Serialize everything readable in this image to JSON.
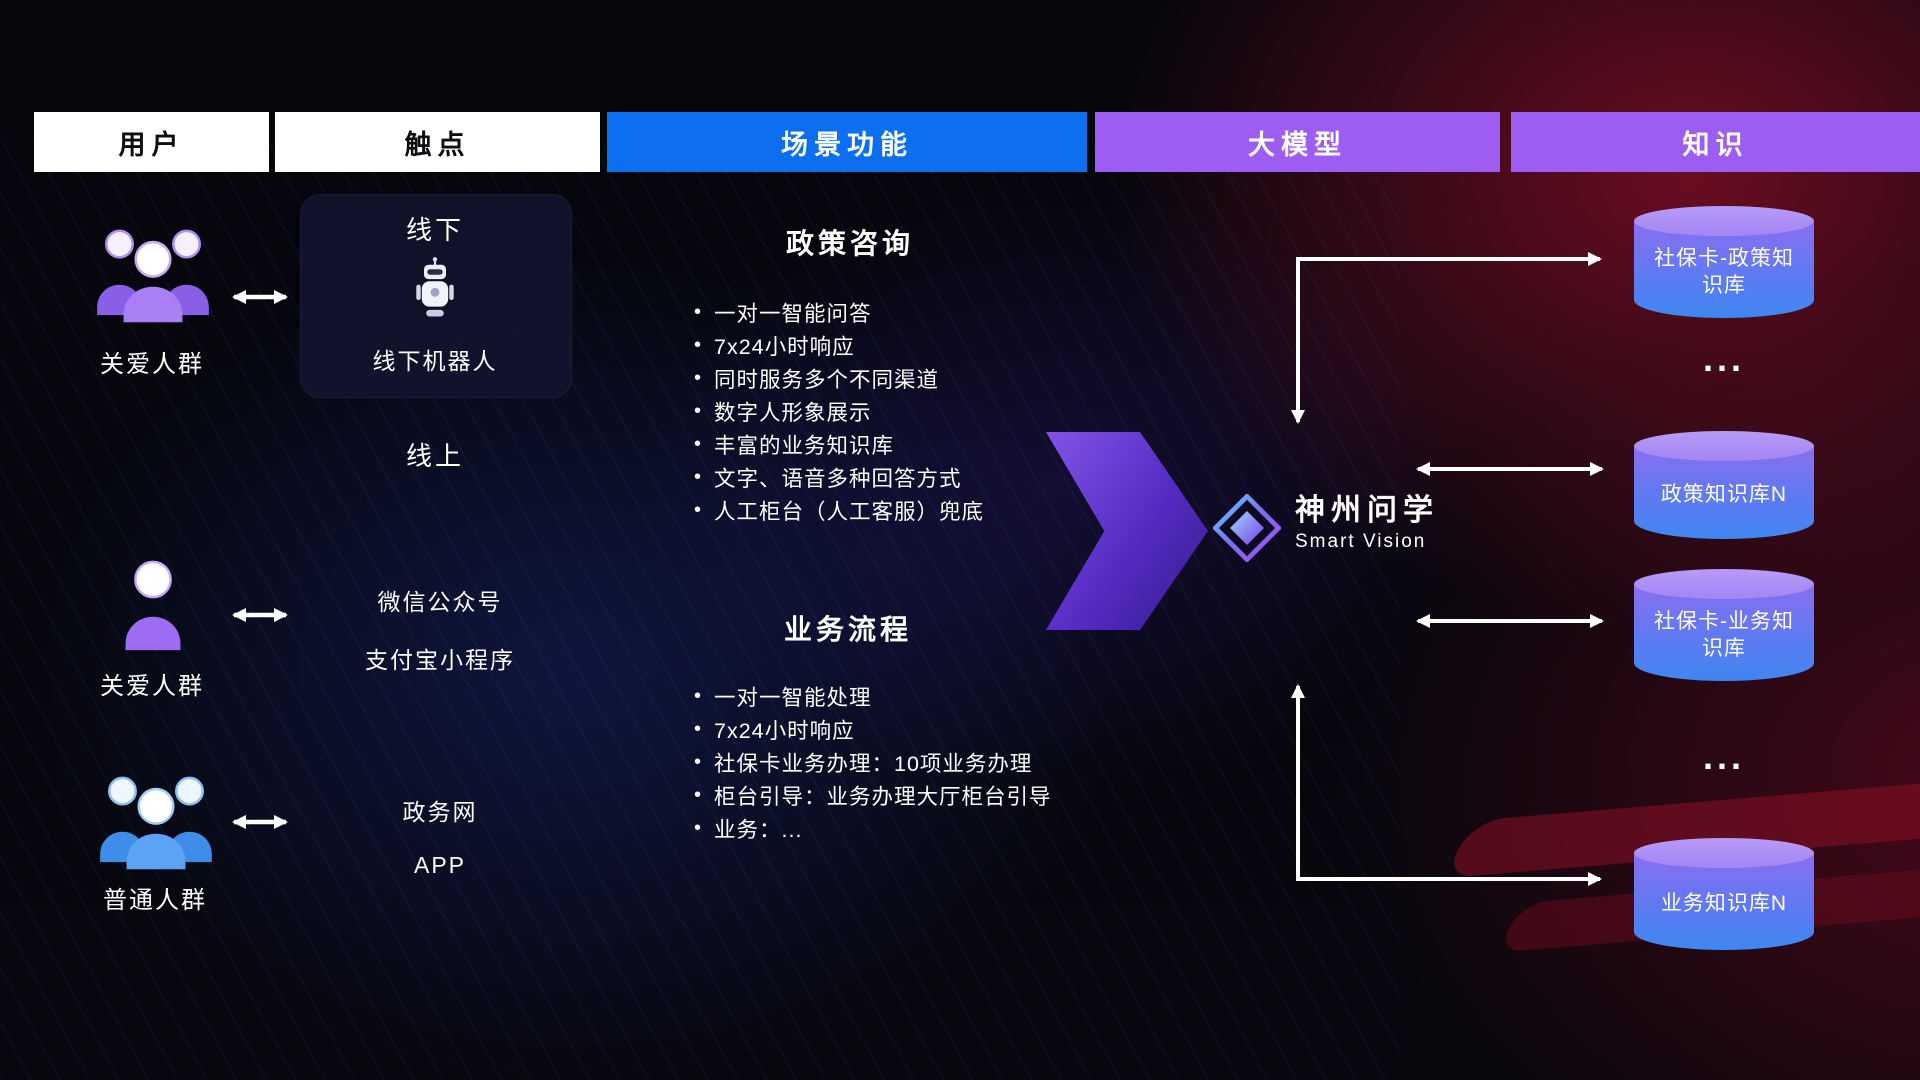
{
  "header": {
    "columns": [
      {
        "label": "用户"
      },
      {
        "label": "触点"
      },
      {
        "label": "场景功能"
      },
      {
        "label": "大模型"
      },
      {
        "label": "知识"
      }
    ]
  },
  "users": [
    {
      "label": "关爱人群"
    },
    {
      "label": "关爱人群"
    },
    {
      "label": "普通人群"
    }
  ],
  "touchpoints": {
    "offline_title": "线下",
    "robot_label": "线下机器人",
    "online_title": "线上",
    "channels": [
      "微信公众号",
      "支付宝小程序",
      "政务网",
      "APP"
    ]
  },
  "scenarios": [
    {
      "title": "政策咨询",
      "items": [
        "一对一智能问答",
        "7x24小时响应",
        "同时服务多个不同渠道",
        "数字人形象展示",
        "丰富的业务知识库",
        "文字、语音多种回答方式",
        "人工柜台（人工客服）兜底"
      ]
    },
    {
      "title": "业务流程",
      "items": [
        "一对一智能处理",
        "7x24小时响应",
        "社保卡业务办理：10项业务办理",
        "柜台引导：业务办理大厅柜台引导",
        "业务：..."
      ]
    }
  ],
  "model": {
    "name": "神州问学",
    "subtitle": "Smart Vision"
  },
  "knowledge": [
    {
      "label": "社保卡-政策知识库"
    },
    {
      "label": "..."
    },
    {
      "label": "政策知识库N"
    },
    {
      "label": "社保卡-业务知识库"
    },
    {
      "label": "..."
    },
    {
      "label": "业务知识库N"
    }
  ],
  "colors": {
    "header_blue": "#0b6ff0",
    "header_purple": "#9d5cf2",
    "cylinder_top": "#a98ef5",
    "cylinder_body_top": "#8a6ef0",
    "cylinder_body_bottom": "#3f87f0",
    "accent_purple": "#9b6ff2",
    "accent_blue": "#4d9ff5",
    "arrow_white": "#ffffff"
  }
}
